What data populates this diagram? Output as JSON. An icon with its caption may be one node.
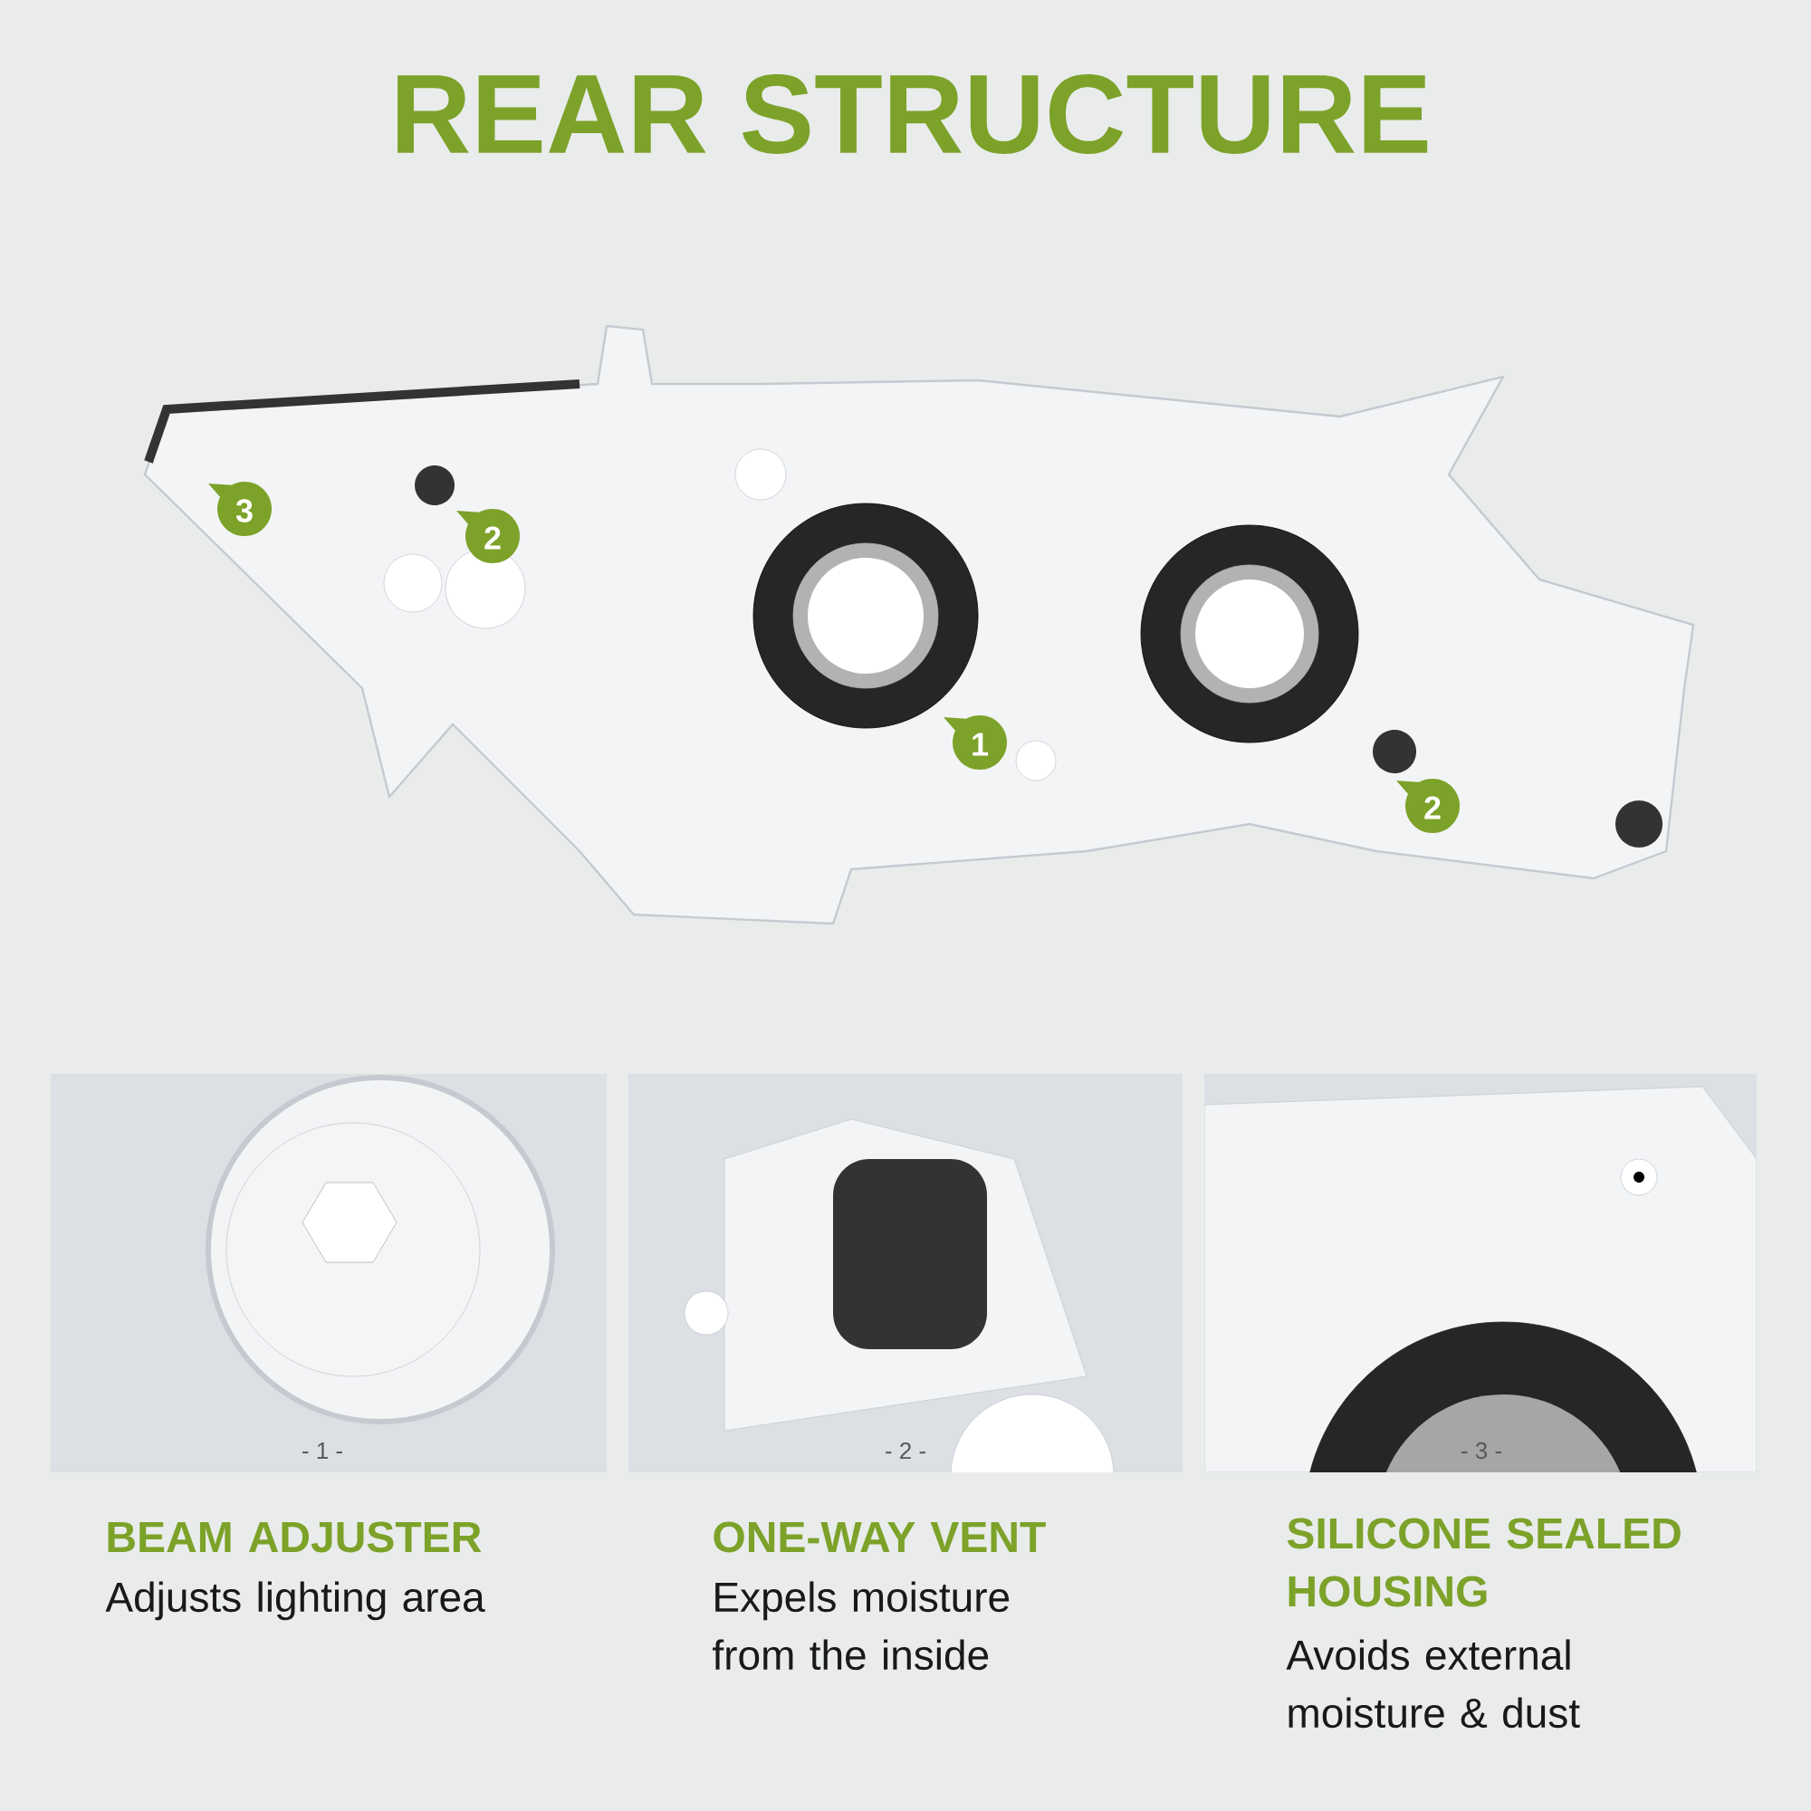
{
  "diagram": {
    "title": "REAR STRUCTURE",
    "labels": [
      "3",
      "2",
      "1",
      "2",
      "- 1 -",
      "- 2 -",
      "- 3 -",
      "BEAM ADJUSTER",
      "Adjusts lighting area",
      "ONE-WAY VENT",
      "Expels moisture from the inside",
      "SILICONE SEALED HOUSING",
      "Avoids external moisture & dust"
    ]
  }
}
